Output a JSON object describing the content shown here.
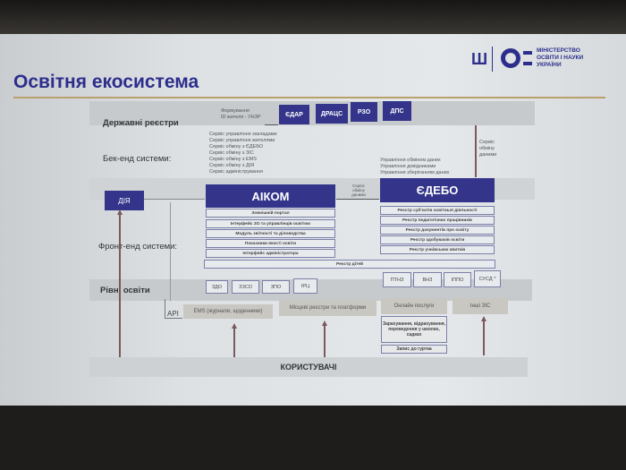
{
  "slide": {
    "title": "Освітня екосистема",
    "logo": {
      "line1": "МІНІСТЕРСТВО",
      "line2": "ОСВІТИ І НАУКИ",
      "line3": "УКРАЇНИ"
    },
    "state_registries": {
      "label": "Державні реєстри",
      "formation": "Формування",
      "formation2": "ID жителя - УНЗР",
      "boxes": [
        "ЄДАР",
        "ДРАЦС",
        "РЗО",
        "ДПС"
      ]
    },
    "backend": {
      "label": "Бек-енд системи:",
      "services": [
        "Сервіс управління закладами",
        "Сервіс управління жителями",
        "Сервіс обміну з ЄДЕБО",
        "Сервіс обміну з ЗІС",
        "Сервіс обміну з EMS",
        "Сервіс обміну з ДІЯ",
        "Сервіс адміністрування"
      ],
      "edebo_services": [
        "Управління обміном даних",
        "Управління довідниками",
        "Управління зберіганням даних"
      ],
      "exchange": "Сервіс обміну даними"
    },
    "diia": "ДІЯ",
    "aikom": "АІКОМ",
    "edebo": "ЄДЕБО",
    "middle_exchange": "Сервіс обміну даними",
    "aikom_items": [
      "Зовнішній портал",
      "Інтерфейс ЗО та управлінців освітою",
      "Модуль звітності та діловодства",
      "Показники якості освіти",
      "Інтерфейс адміністратора"
    ],
    "edebo_items": [
      "Реєстр суб'єктів освітньої діяльності",
      "Реєстр педагогічних працівників",
      "Реєстр документів про освіту",
      "Реєстр здобувачів освіти",
      "Реєстр учнівських квитків"
    ],
    "children_registry": "Реєстр дітей",
    "frontend_label": "Фронт-енд системи:",
    "levels": {
      "label": "Рівні освіти",
      "left": [
        "ЗДО",
        "ЗЗСО",
        "ЗПО",
        "ІРЦ"
      ],
      "right": [
        "ПТНЗ",
        "ВНЗ",
        "ІППО",
        "СУСД *"
      ]
    },
    "api": "API",
    "platforms": [
      "EMS (журнали, щоденники)",
      "Місцеві реєстри та платформи",
      "Онлайн послуги",
      "Інші ЗІС"
    ],
    "online_items": [
      "Зарахування, відрахування, переведення у школах, садках",
      "Запис до гуртка"
    ],
    "users": "КОРИСТУВАЧІ"
  }
}
